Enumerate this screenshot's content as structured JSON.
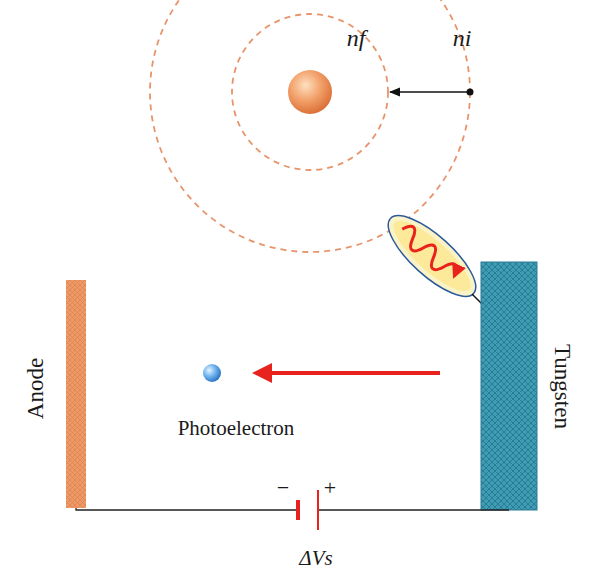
{
  "diagram": {
    "labels": [
      "nf",
      "ni",
      "Tungsten",
      "Anode",
      "Photoelectron",
      "−",
      "+",
      "ΔVs"
    ]
  }
}
